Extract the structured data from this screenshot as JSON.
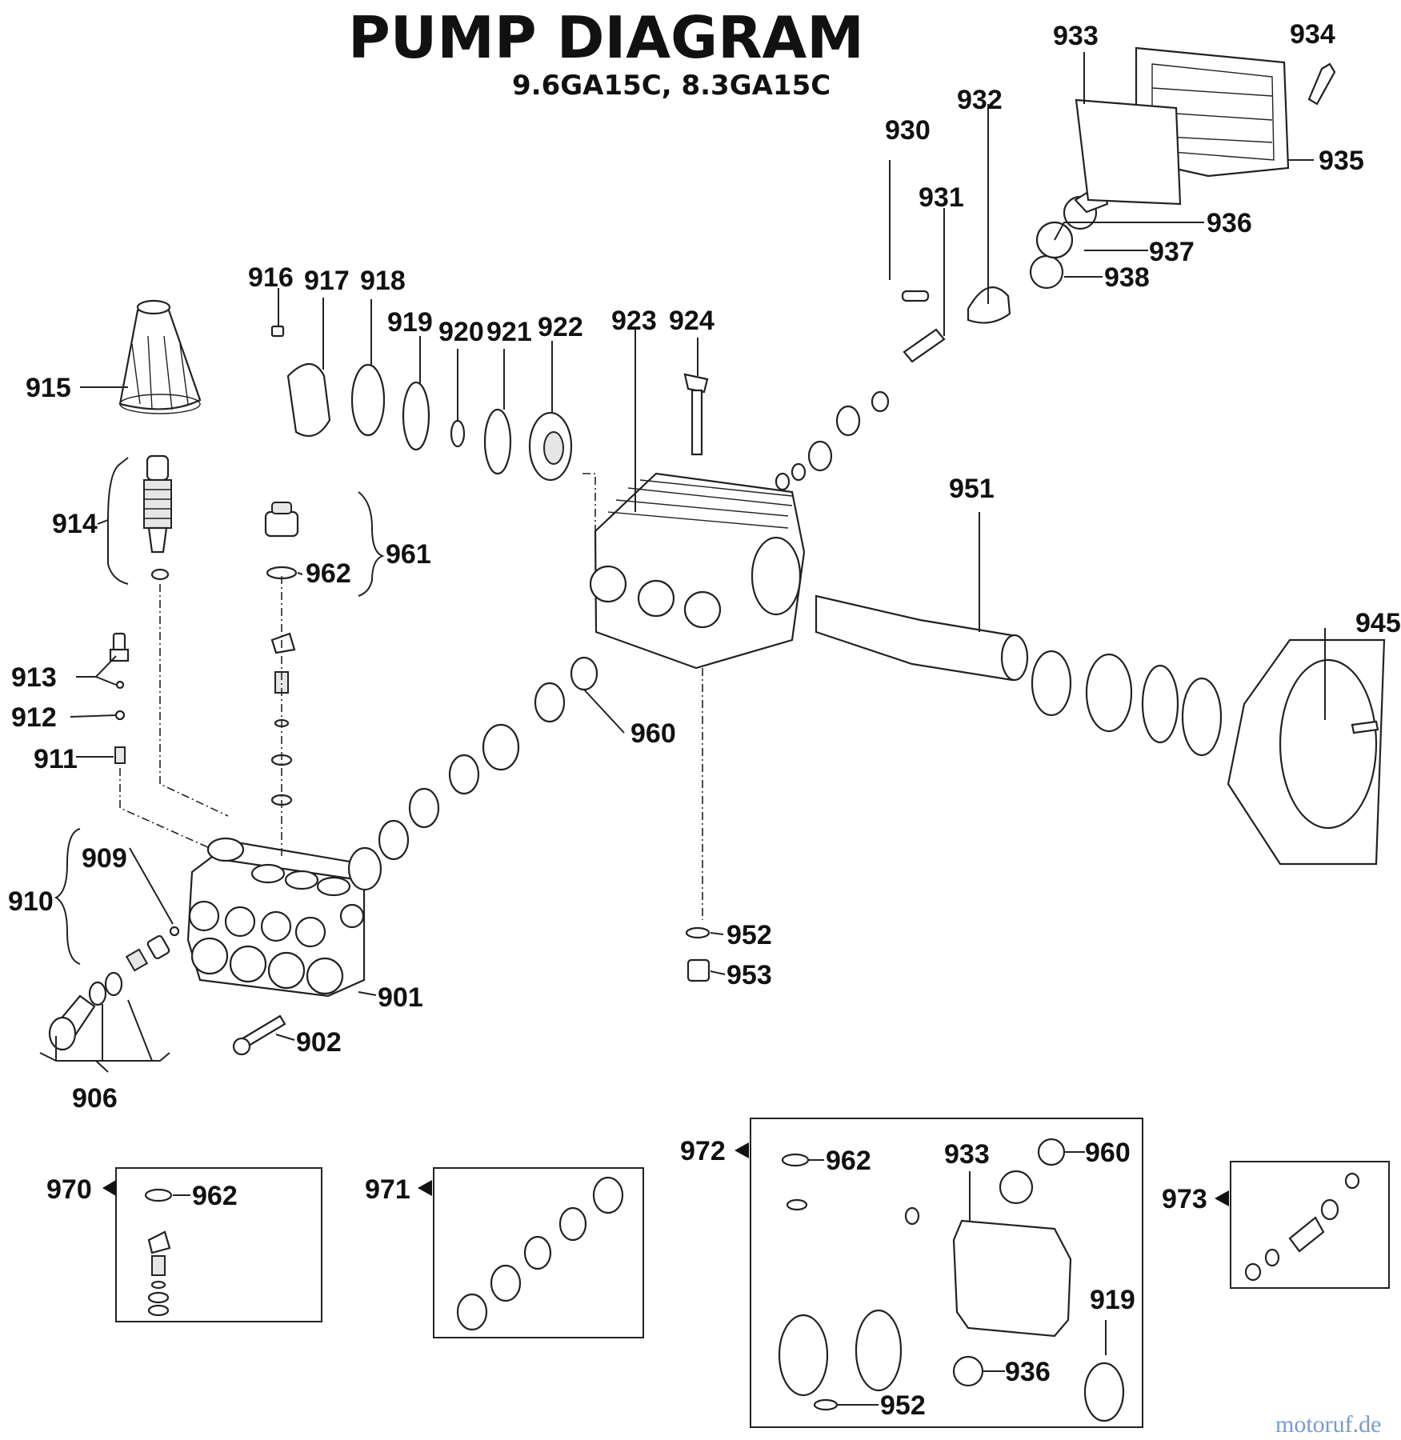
{
  "title": "PUMP DIAGRAM",
  "subtitle": "9.6GA15C, 8.3GA15C",
  "watermark": "motoruf.de",
  "labels": {
    "p901": "901",
    "p902": "902",
    "p906": "906",
    "p909": "909",
    "p910": "910",
    "p911": "911",
    "p912": "912",
    "p913": "913",
    "p914": "914",
    "p915": "915",
    "p916": "916",
    "p917": "917",
    "p918": "918",
    "p919": "919",
    "p920": "920",
    "p921": "921",
    "p922": "922",
    "p923": "923",
    "p924": "924",
    "p930": "930",
    "p931": "931",
    "p932": "932",
    "p933": "933",
    "p934": "934",
    "p935": "935",
    "p936": "936",
    "p937": "937",
    "p938": "938",
    "p945": "945",
    "p951": "951",
    "p952": "952",
    "p953": "953",
    "p960": "960",
    "p961": "961",
    "p962": "962"
  },
  "kits": {
    "k970": {
      "id": "970",
      "items": [
        "962"
      ]
    },
    "k971": {
      "id": "971",
      "items": []
    },
    "k972": {
      "id": "972",
      "items": [
        "962",
        "933",
        "960",
        "919",
        "936",
        "952"
      ]
    },
    "k973": {
      "id": "973",
      "items": []
    }
  },
  "colors": {
    "line": "#222222",
    "text": "#111111",
    "background": "#ffffff"
  }
}
